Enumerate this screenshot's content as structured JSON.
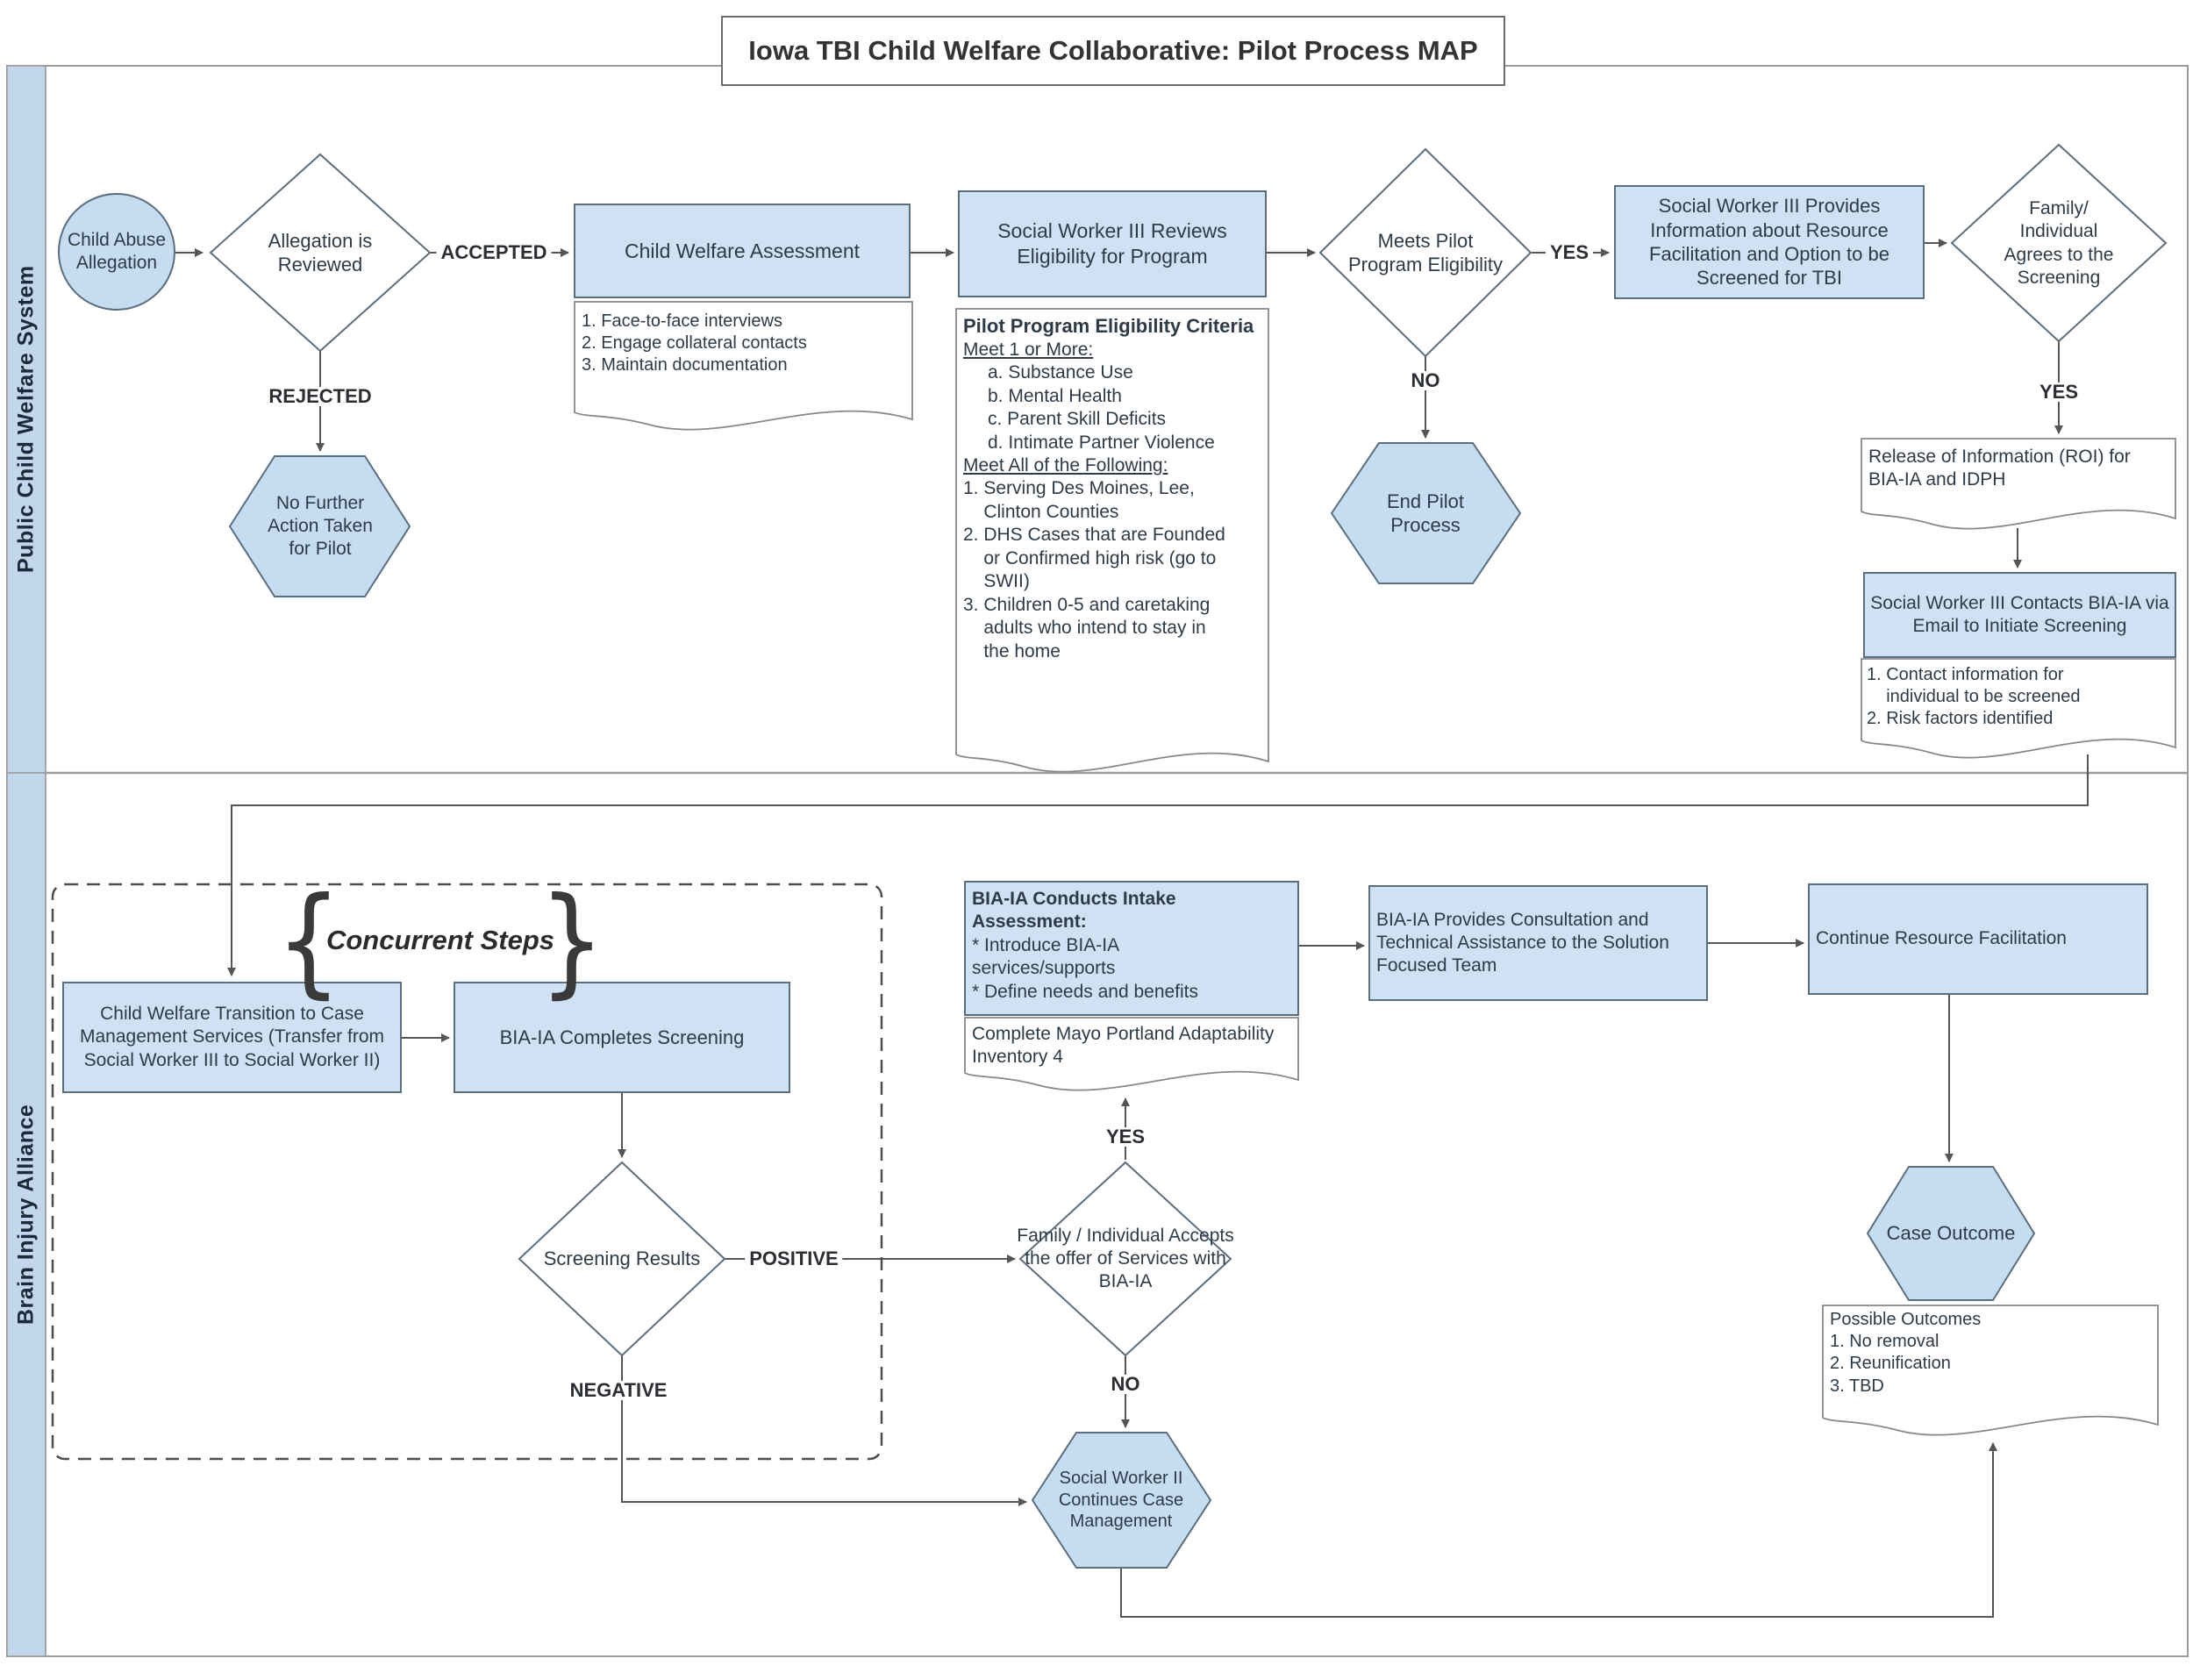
{
  "title": "Iowa TBI Child Welfare Collaborative: Pilot Process MAP",
  "lanes": {
    "lane1": "Public Child Welfare System",
    "lane2": "Brain Injury Alliance"
  },
  "colors": {
    "node_fill": "#cfe2f3",
    "accent_fill": "#c6dcf1",
    "lane_fill": "#c3d7ec",
    "stroke": "#5b6e7e",
    "arrow": "#555555"
  },
  "nodes": {
    "child_abuse_allegation": "Child Abuse Allegation",
    "allegation_reviewed": "Allegation is Reviewed",
    "no_further_action": "No Further Action Taken for Pilot",
    "child_welfare_assessment": "Child Welfare Assessment",
    "cwa_note_items": [
      "1. Face-to-face interviews",
      "2. Engage collateral contacts",
      "3. Maintain documentation"
    ],
    "sw3_reviews": "Social Worker III Reviews Eligibility for Program",
    "eligibility_note": {
      "title": "Pilot Program Eligibility Criteria",
      "subhead1": "Meet 1 or More:",
      "items1": [
        "a. Substance Use",
        "b. Mental Health",
        "c. Parent Skill Deficits",
        "d. Intimate Partner Violence"
      ],
      "subhead2": "Meet All of the Following:",
      "items2": [
        "1. Serving Des Moines, Lee,\n    Clinton Counties",
        "2. DHS Cases that are Founded\n    or Confirmed high risk (go to\n    SWII)",
        "3. Children 0-5 and caretaking\n    adults who intend to stay in\n    the home"
      ]
    },
    "meets_eligibility": "Meets Pilot Program Eligibility",
    "end_pilot": "End Pilot Process",
    "sw3_provides": "Social Worker III Provides Information about Resource Facilitation and Option to be Screened for TBI",
    "family_agrees": "Family/ Individual Agrees to the Screening",
    "roi_note": "Release of Information (ROI) for BIA-IA and IDPH",
    "sw3_contacts": "Social Worker III Contacts BIA-IA via Email to Initiate Screening",
    "contact_note_items": [
      "1. Contact information for\n    individual to be screened",
      "2. Risk factors identified"
    ],
    "concurrent_steps": "Concurrent Steps",
    "brace_left": "{",
    "brace_right": "}",
    "transition_box": "Child Welfare Transition to Case Management Services (Transfer from Social Worker III to Social Worker II)",
    "bia_screening": "BIA-IA Completes Screening",
    "screening_results": "Screening Results",
    "intake": {
      "heading": "BIA-IA Conducts Intake Assessment:",
      "lines": [
        "* Introduce BIA-IA",
        "services/supports",
        "* Define needs and benefits"
      ]
    },
    "mayo_note": "Complete Mayo Portland Adaptability Inventory 4",
    "family_accepts": "Family / Individual Accepts the offer of Services with BIA-IA",
    "consultation": "BIA-IA Provides Consultation and Technical Assistance to the Solution Focused Team",
    "continue_rf": "Continue Resource Facilitation",
    "case_outcome": "Case Outcome",
    "outcomes_note": {
      "title": "Possible Outcomes",
      "items": [
        "1. No removal",
        "2. Reunification",
        "3. TBD"
      ]
    },
    "sw2_continues": "Social Worker II Continues Case Management"
  },
  "edges": {
    "accepted": "ACCEPTED",
    "rejected": "REJECTED",
    "meets_yes": "YES",
    "meets_no": "NO",
    "agrees_yes": "YES",
    "accepts_yes": "YES",
    "accepts_no": "NO",
    "positive": "POSITIVE",
    "negative": "NEGATIVE"
  }
}
